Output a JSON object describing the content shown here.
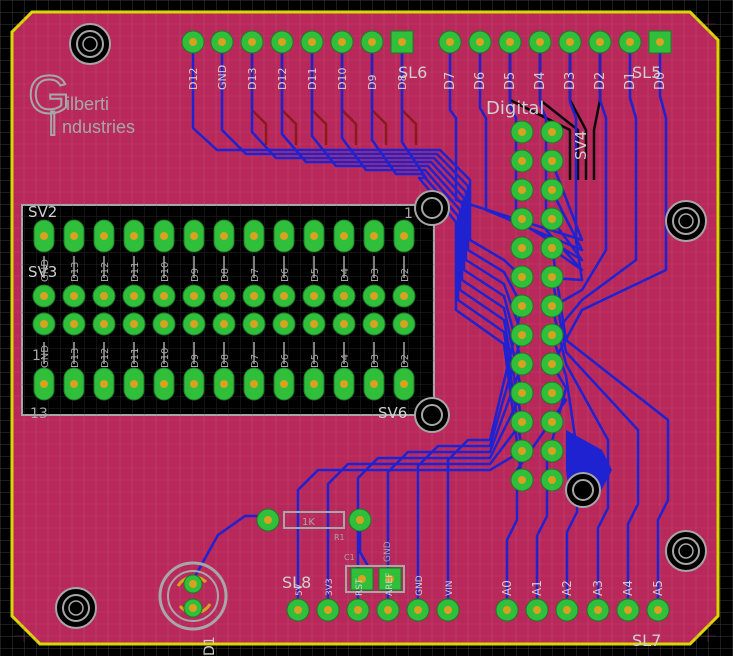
{
  "colors": {
    "background": "#000000",
    "grid": "#3a3a3a",
    "board": "#b8285a",
    "outline": "#d8d800",
    "pad": "#2fbf3a",
    "hole": "#d7a21f",
    "trace_top": "#8b1a1a",
    "trace_bottom": "#1e22d0",
    "silk": "#a7a7a7",
    "silk_light": "#d0d0d0"
  },
  "logo": {
    "letter_g": "G",
    "letter_i": "I",
    "line1": "ilberti",
    "line2": "ndustries"
  },
  "headers": {
    "sl6": {
      "name": "SL6",
      "pins": [
        "D12",
        "GND",
        "D13",
        "D12",
        "D11",
        "D10",
        "D9",
        "D8",
        ""
      ]
    },
    "sl5": {
      "name": "SL5",
      "pins": [
        "D7",
        "D6",
        "D5",
        "D4",
        "D3",
        "D2",
        "D1",
        "D0",
        ""
      ]
    },
    "sl8": {
      "name": "SL8",
      "pins": [
        "5V",
        "3V3",
        "RST",
        "AREF",
        "GND",
        "VIN"
      ]
    },
    "sl7": {
      "name": "SL7",
      "pins": [
        "A0",
        "A1",
        "A2",
        "A3",
        "A4",
        "A5"
      ]
    },
    "sv4": {
      "name": "SV4",
      "label": "Digital"
    },
    "sv2": {
      "name": "SV2"
    },
    "sv3": {
      "name": "SV3"
    },
    "sv6": {
      "name": "SV6"
    }
  },
  "strip_labels": [
    "GND",
    "D13",
    "D12",
    "D11",
    "D10",
    "D9",
    "D8",
    "D7",
    "D6",
    "D5",
    "D4",
    "D3",
    "D2"
  ],
  "corner_labels": {
    "row_left": "1",
    "row_bottom": "13",
    "row_right": "1"
  },
  "resistor": {
    "name": "R1",
    "value": "1K"
  },
  "capacitor": {
    "name": "C1",
    "value": "GND"
  },
  "led": {
    "name": "D1"
  }
}
